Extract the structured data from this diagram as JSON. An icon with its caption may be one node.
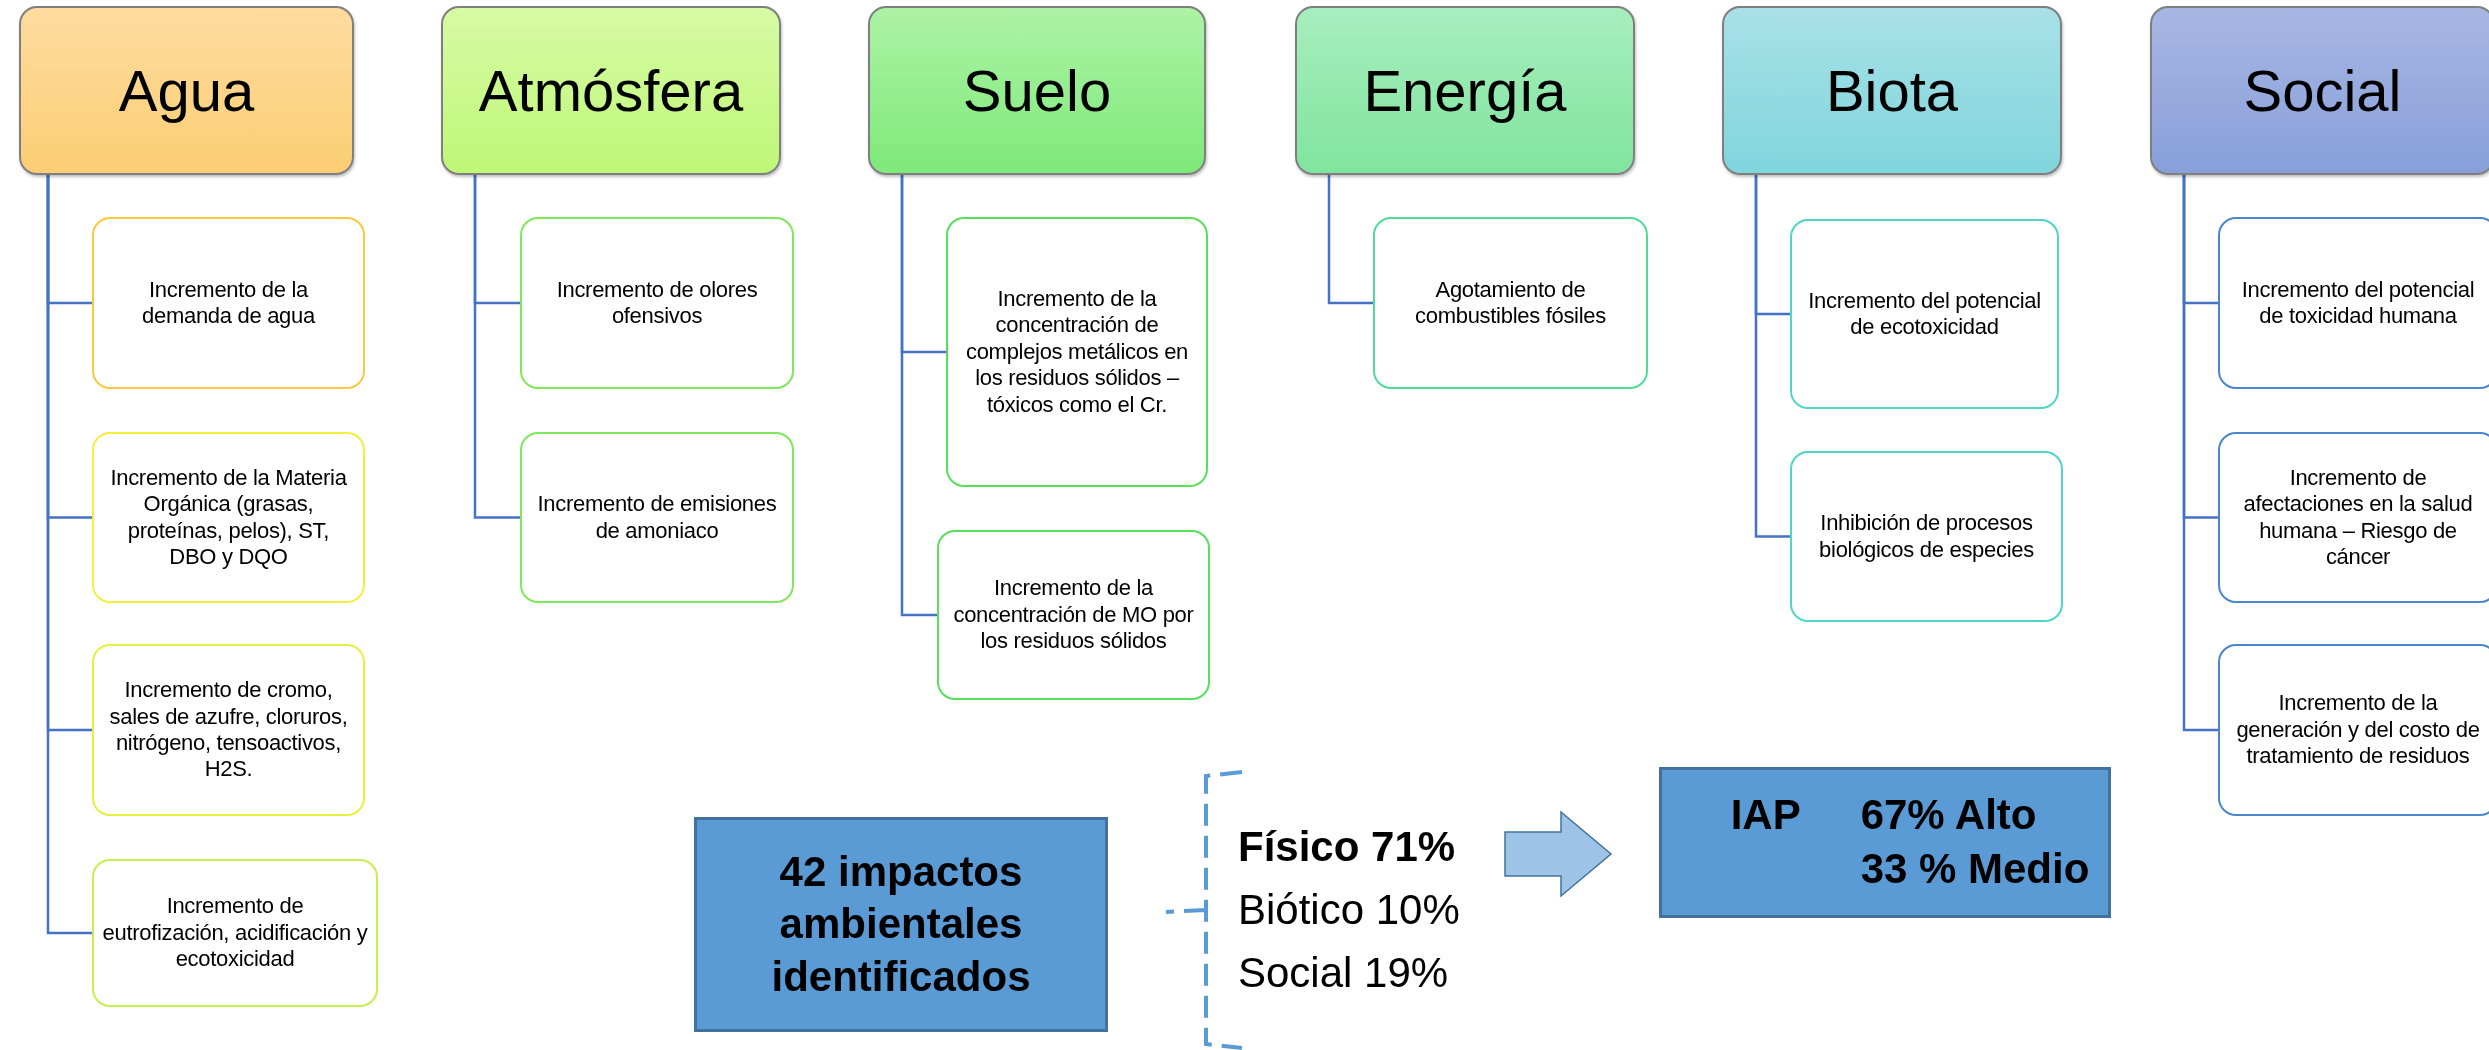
{
  "diagram": {
    "nodes": [
      {
        "text": [
          "Agua"
        ]
      },
      {
        "text": [
          "Incremento de la demanda de agua"
        ]
      },
      {
        "text": [
          "Incremento de la Materia Orgánica (grasas, proteínas, pelos), ST, DBO  y DQO"
        ]
      },
      {
        "text": [
          "Incremento de cromo, sales de azufre, cloruros, nitrógeno, tensoactivos, H2S."
        ]
      },
      {
        "text": [
          "Incremento de eutrofización, acidificación y ecotoxicidad"
        ]
      },
      {
        "text": [
          "Atmósfera"
        ]
      },
      {
        "text": [
          "Incremento de olores ofensivos"
        ]
      },
      {
        "text": [
          "Incremento de emisiones de amoniaco"
        ]
      },
      {
        "text": [
          "Suelo"
        ]
      },
      {
        "text": [
          "Incremento de la concentración de complejos metálicos en los residuos sólidos – tóxicos como el Cr."
        ]
      },
      {
        "text": [
          "Incremento de la concentración de MO por los residuos sólidos"
        ]
      },
      {
        "text": [
          "Energía"
        ]
      },
      {
        "text": [
          "Agotamiento de combustibles fósiles"
        ]
      },
      {
        "text": [
          "Biota"
        ]
      },
      {
        "text": [
          "Incremento del potencial de ecotoxicidad"
        ]
      },
      {
        "text": [
          "Inhibición de procesos biológicos de especies"
        ]
      },
      {
        "text": [
          "Social"
        ]
      },
      {
        "text": [
          "Incremento del potencial de toxicidad humana"
        ]
      },
      {
        "text": [
          "Incremento de afectaciones en la salud humana – Riesgo de cáncer"
        ]
      },
      {
        "text": [
          "Incremento de la generación y del costo de tratamiento de residuos"
        ]
      },
      {
        "text": [
          "42 impactos ambientales identificados"
        ]
      },
      {
        "text": [
          "**Físico 71%**",
          "Biótico 10%",
          "Social 19%"
        ]
      },
      {
        "text": [
          "IAP",
          "67%  Alto",
          "33 % Medio"
        ]
      }
    ],
    "edges": [
      {
        "from": 0,
        "to": 1,
        "arrow": "none"
      },
      {
        "from": 0,
        "to": 2,
        "arrow": "none"
      },
      {
        "from": 0,
        "to": 3,
        "arrow": "none"
      },
      {
        "from": 0,
        "to": 4,
        "arrow": "none"
      },
      {
        "from": 5,
        "to": 6,
        "arrow": "none"
      },
      {
        "from": 5,
        "to": 7,
        "arrow": "none"
      },
      {
        "from": 8,
        "to": 9,
        "arrow": "none"
      },
      {
        "from": 8,
        "to": 10,
        "arrow": "none"
      },
      {
        "from": 11,
        "to": 12,
        "arrow": "none"
      },
      {
        "from": 13,
        "to": 14,
        "arrow": "none"
      },
      {
        "from": 13,
        "to": 15,
        "arrow": "none"
      },
      {
        "from": 16,
        "to": 17,
        "arrow": "none"
      },
      {
        "from": 16,
        "to": 18,
        "arrow": "none"
      },
      {
        "from": 16,
        "to": 19,
        "arrow": "none"
      },
      {
        "from": 21,
        "to": 22,
        "arrow": "to"
      }
    ]
  }
}
